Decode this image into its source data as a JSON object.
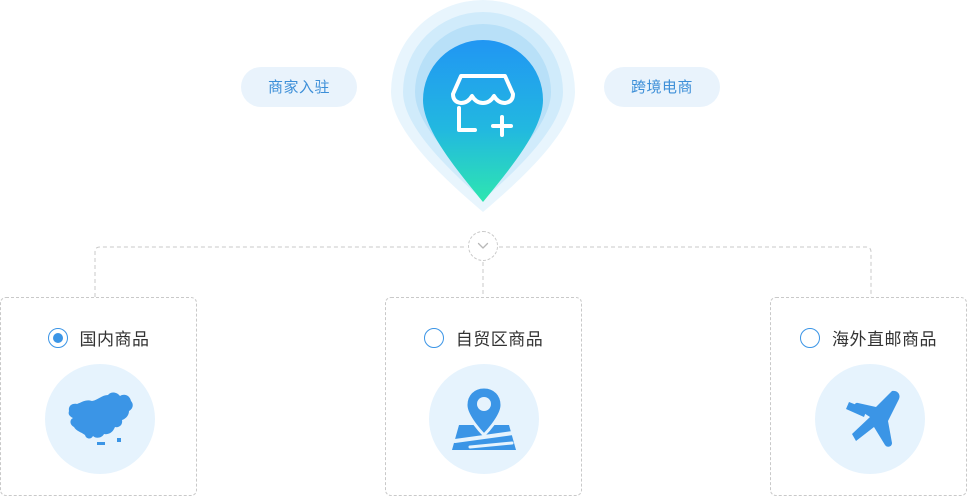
{
  "pills": {
    "merchant": "商家入驻",
    "crossborder": "跨境电商"
  },
  "options": [
    {
      "label": "国内商品",
      "selected": true,
      "icon": "china-map-icon"
    },
    {
      "label": "自贸区商品",
      "selected": false,
      "icon": "map-pin-icon"
    },
    {
      "label": "海外直邮商品",
      "selected": false,
      "icon": "airplane-icon"
    }
  ],
  "center_icon": "add-store-icon",
  "toggle_icon": "chevron-down-icon",
  "colors": {
    "accent": "#3b95e6",
    "pin_top": "#2196f3",
    "pin_bottom": "#2ee6b0",
    "pill_bg": "#e9f3fc",
    "icon_bg": "#e6f3fd",
    "dashed_border": "#c9c9c9"
  }
}
